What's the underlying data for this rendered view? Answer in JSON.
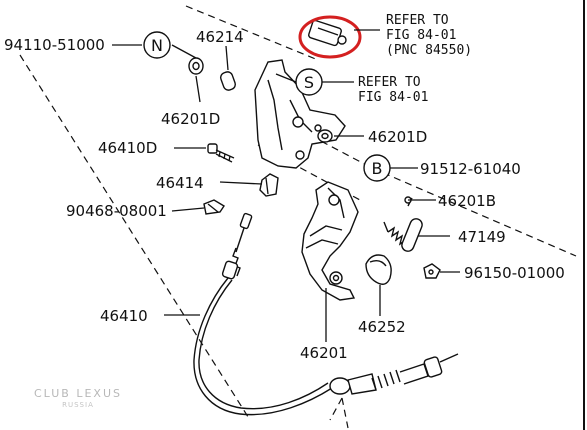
{
  "parts": {
    "p94110": "94110-51000",
    "p46214": "46214",
    "p46201d_a": "46201D",
    "p46201d_b": "46201D",
    "p46410d": "46410D",
    "p91512": "91512-61040",
    "p46414": "46414",
    "p46201b": "46201B",
    "p90468": "90468-08001",
    "p47149": "47149",
    "p96150": "96150-01000",
    "p46410": "46410",
    "p46252": "46252",
    "p46201": "46201"
  },
  "callouts": {
    "n": "N",
    "s": "S",
    "b": "B"
  },
  "references": {
    "ref1_line1": "REFER TO",
    "ref1_line2": "FIG 84-01",
    "ref1_line3": "(PNC 84550)",
    "ref2_line1": "REFER TO",
    "ref2_line2": "FIG 84-01"
  },
  "watermark": {
    "line1": "CLUB LEXUS",
    "line2": "RUSSIA"
  },
  "colors": {
    "highlight_ring": "#d42020",
    "ink": "#111111",
    "watermark": "#b8b8b8"
  }
}
